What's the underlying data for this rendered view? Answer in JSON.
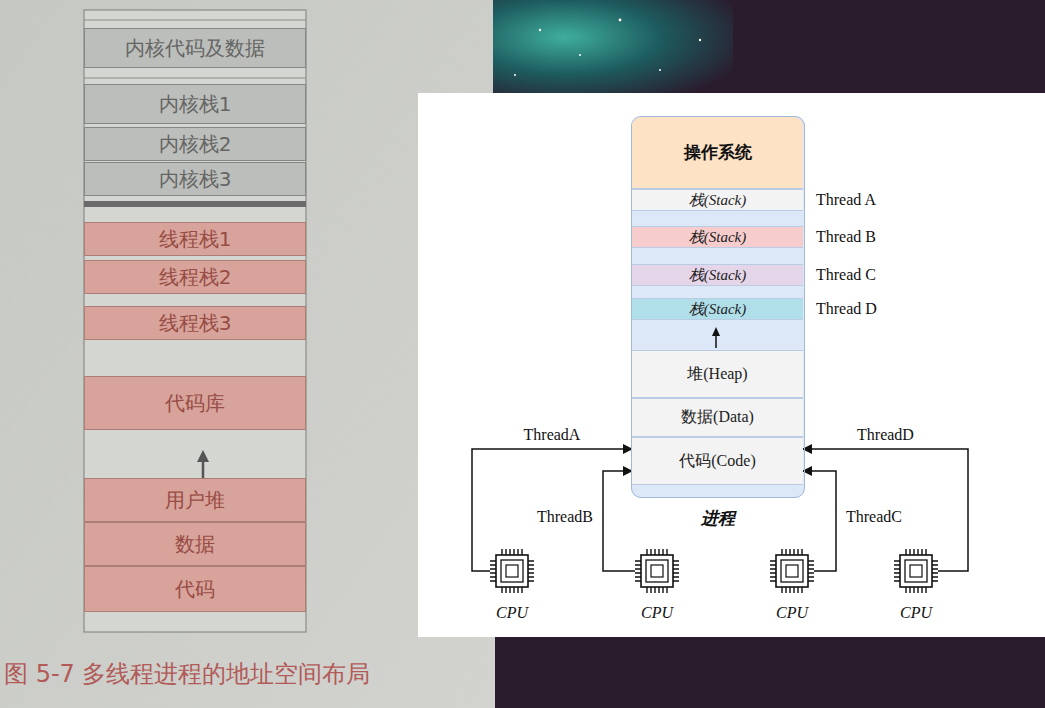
{
  "diagram": {
    "caption": "图 5-7 多线程进程的地址空间布局",
    "nodes": [
      {
        "text": [
          "内核代码及数据"
        ]
      },
      {
        "text": [
          "内核栈1"
        ]
      },
      {
        "text": [
          "内核栈2"
        ]
      },
      {
        "text": [
          "内核栈3"
        ]
      },
      {
        "text": [
          "线程栈1"
        ]
      },
      {
        "text": [
          "线程栈2"
        ]
      },
      {
        "text": [
          "线程栈3"
        ]
      },
      {
        "text": [
          "代码库"
        ]
      },
      {
        "text": [
          "用户堆"
        ]
      },
      {
        "text": [
          "数据"
        ]
      },
      {
        "text": [
          "代码"
        ]
      },
      {
        "text": [
          "进程"
        ]
      },
      {
        "text": [
          "操作系统"
        ],
        "in": 11
      },
      {
        "text": [
          "栈(Stack)",
          "Thread A"
        ],
        "in": 11
      },
      {
        "text": [
          "栈(Stack)",
          "Thread B"
        ],
        "in": 11
      },
      {
        "text": [
          "栈(Stack)",
          "Thread C"
        ],
        "in": 11
      },
      {
        "text": [
          "栈(Stack)",
          "Thread D"
        ],
        "in": 11
      },
      {
        "text": [
          "堆(Heap)"
        ],
        "in": 11
      },
      {
        "text": [
          "数据(Data)"
        ],
        "in": 11
      },
      {
        "text": [
          "代码(Code)"
        ],
        "in": 11
      },
      {
        "text": [
          "CPU"
        ]
      },
      {
        "text": [
          "CPU"
        ]
      },
      {
        "text": [
          "CPU"
        ]
      },
      {
        "text": [
          "CPU"
        ]
      }
    ],
    "edges": [
      {
        "from": 20,
        "to": 19,
        "arrow": "to",
        "label": "ThreadA"
      },
      {
        "from": 21,
        "to": 19,
        "arrow": "to",
        "label": "ThreadB"
      },
      {
        "from": 22,
        "to": 19,
        "arrow": "to",
        "label": "ThreadC"
      },
      {
        "from": 23,
        "to": 19,
        "arrow": "to",
        "label": "ThreadD"
      }
    ]
  }
}
